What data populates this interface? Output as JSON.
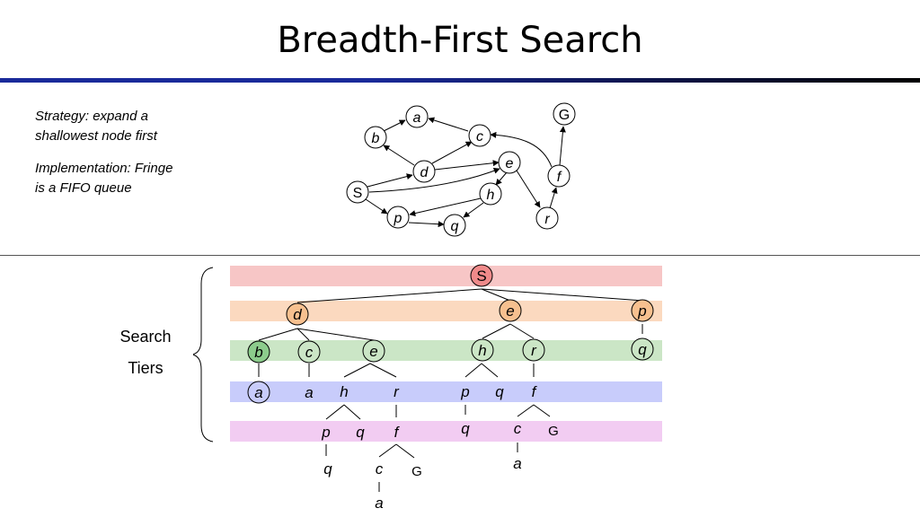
{
  "slide": {
    "title": "Breadth-First Search",
    "strategy": [
      "Strategy: expand a",
      "shallowest node first"
    ],
    "implementation": [
      "Implementation: Fringe",
      "is a FIFO queue"
    ],
    "tier_label": [
      "Search",
      "Tiers"
    ]
  },
  "colors": {
    "tier_0": "#f7c6c6",
    "tier_1": "#fbd9bf",
    "tier_2": "#cbe6c6",
    "tier_3": "#c8ccfb",
    "tier_4": "#f2ccf2",
    "rule_blue": "#1a2a9a",
    "node_s_fill": "#f08a8a",
    "node_orange_fill": "#f7c08f",
    "node_green_fill": "#8ccc8c"
  },
  "graph": {
    "nodes": {
      "S": "S",
      "a": "a",
      "b": "b",
      "c": "c",
      "d": "d",
      "e": "e",
      "f": "f",
      "G": "G",
      "h": "h",
      "p": "p",
      "q": "q",
      "r": "r"
    }
  },
  "tree": {
    "labels": {
      "t0_S": "S",
      "t1_d": "d",
      "t1_e": "e",
      "t1_p": "p",
      "t2_b": "b",
      "t2_c": "c",
      "t2_e": "e",
      "t2_h": "h",
      "t2_r": "r",
      "t2_q": "q",
      "t3_a1": "a",
      "t3_a2": "a",
      "t3_h": "h",
      "t3_r": "r",
      "t3_p": "p",
      "t3_q": "q",
      "t3_f": "f",
      "t4_p": "p",
      "t4_q1": "q",
      "t4_f": "f",
      "t4_q2": "q",
      "t4_c": "c",
      "t4_G": "G",
      "t5_q": "q",
      "t5_c": "c",
      "t5_G": "G",
      "t5_a": "a",
      "t6_a": "a"
    }
  }
}
